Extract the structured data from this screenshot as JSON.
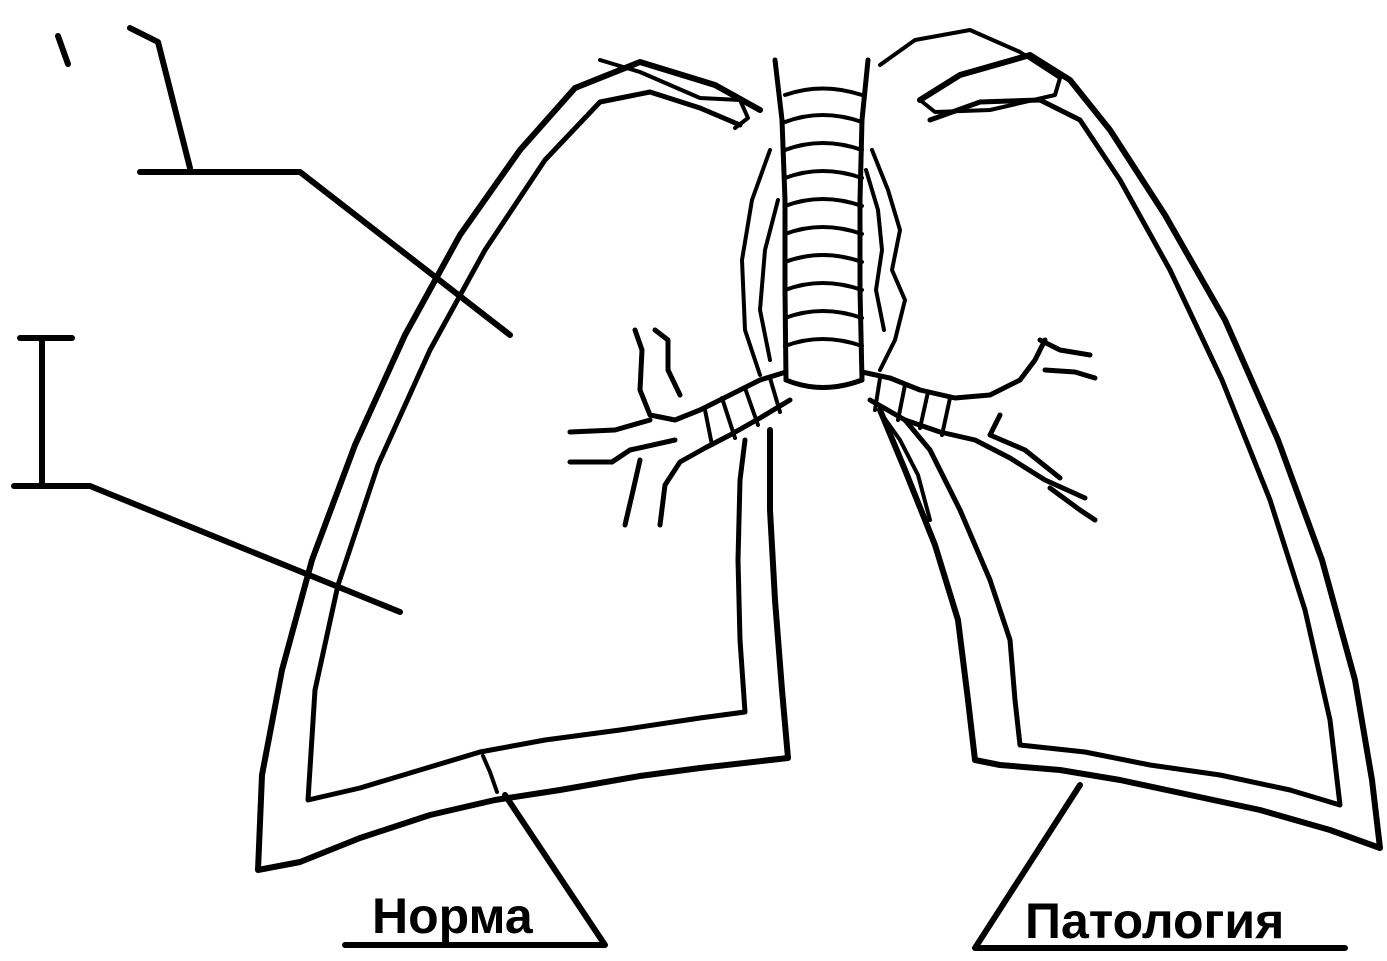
{
  "labels": {
    "left_lung": "Норма",
    "right_lung": "Патология",
    "pointer_upper": "17",
    "pointer_lower": "I"
  },
  "colors": {
    "ink": "#000000",
    "background": "#ffffff"
  }
}
